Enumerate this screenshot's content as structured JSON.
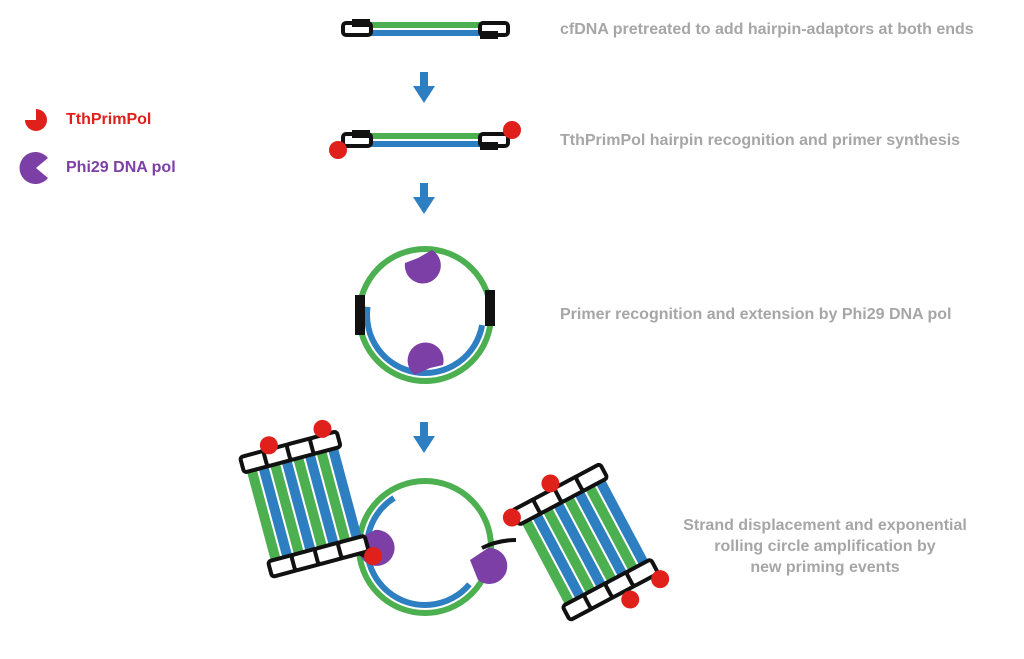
{
  "legend": {
    "primpol": {
      "label": "TthPrimPol",
      "color": "#e0201b",
      "icon": "tthprimpol-icon"
    },
    "phi29": {
      "label": "Phi29 DNA pol",
      "color": "#7b3fa6",
      "icon": "phi29-icon"
    }
  },
  "steps": [
    {
      "text": "cfDNA pretreated to add hairpin-adaptors at both ends"
    },
    {
      "text": "TthPrimPol hairpin recognition and primer synthesis"
    },
    {
      "text": "Primer recognition and extension by Phi29 DNA pol"
    },
    {
      "line1": "Strand displacement and exponential",
      "line2": "rolling circle amplification by",
      "line3": "new priming events"
    }
  ],
  "colors": {
    "strand_green": "#4caf50",
    "strand_blue": "#2e7fc2",
    "adaptor": "#111111",
    "arrow": "#2e7fc2",
    "label_text": "#a6a6a6"
  },
  "icons": [
    "down-arrow-icon",
    "hairpin-adaptor-icon",
    "dna-circle-icon"
  ]
}
